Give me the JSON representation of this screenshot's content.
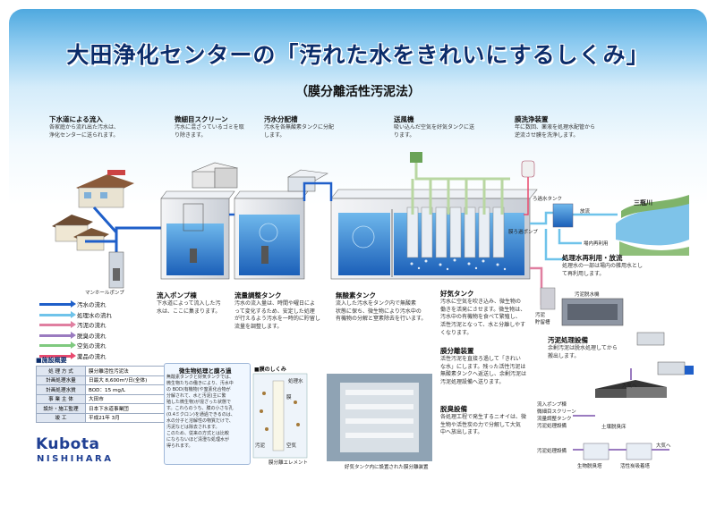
{
  "title": "大田浄化センターの「汚れた水をきれいにするしくみ」",
  "subtitle": "（膜分離活性汚泥法）",
  "steps": {
    "inflow": {
      "label": "下水道による流入",
      "desc": "各家庭から流れ出た汚水は、\n浄化センターに送られます。"
    },
    "screen": {
      "label": "微細目スクリーン",
      "desc": "汚水に混ざっているゴミを取\nり除きます。"
    },
    "distributor": {
      "label": "汚水分配槽",
      "desc": "汚水を各無酸素タンクに分配\nします。"
    },
    "blower": {
      "label": "送風機",
      "desc": "吸い込んだ空気を好気タンクに送\nります。"
    },
    "membrane_wash": {
      "label": "膜洗浄装置",
      "desc": "年に数回、薬液を処理水配管から\n逆流させ膜を洗浄します。"
    },
    "pump_station": {
      "label": "流入ポンプ棟",
      "desc": "下水道によって流入した汚\n水は、ここに集まります。"
    },
    "equalization": {
      "label": "流量調整タンク",
      "desc": "汚水の流入量は、時間や曜日によ\nって変化するため、安定した処理\nが行えるよう汚水を一時的に貯留し\n流量を調整します。"
    },
    "anoxic": {
      "label": "無酸素タンク",
      "desc": "流入した汚水をタンク内で無酸素\n状態に保ち、微生物により汚水中の\n有機物の分解と窒素除去を行います。"
    },
    "aerobic": {
      "label": "好気タンク",
      "desc": "汚水に空気を吹き込み、微生物の\n働きを活発にさせます。微生物は、\n汚水中の有機物を食べて繁殖し、\n活性汚泥となって、水と分離しやす\nくなります。"
    },
    "membrane": {
      "label": "膜分離装置",
      "desc": "活性汚泥を直接ろ過して「きれい\nな水」にします。残った活性汚泥は\n無酸素タンクへ返送し、余剰汚泥は\n汚泥処理設備へ送ります。"
    },
    "deodor": {
      "label": "脱臭設備",
      "desc": "各処理工程で発生するニオイは、微\n生物や活性炭の力で分解して大気\n中へ放出します。"
    },
    "reuse": {
      "label": "処理水再利用・放流",
      "desc": "処理水の一部は場内の雑用水とし\nて再利用します。"
    },
    "sludge": {
      "label": "汚泥処理設備",
      "desc": "余剰汚泥は脱水処理してから\n搬出します。"
    }
  },
  "diagram_labels": {
    "manhole": "マンホールポンプ",
    "filtrate_tank": "ろ過水タンク",
    "discharge": "放流",
    "river": "三瓶川",
    "membrane_pump": "膜ろ過ポンプ",
    "onsite_reuse": "場内再利用",
    "sludge_tank": "汚泥\n貯留槽",
    "dewatering": "汚泥脱水機",
    "atmosphere1": "大気へ",
    "atmosphere2": "大気へ",
    "deodor_sources": [
      "流入ポンプ棟",
      "微細目スクリーン",
      "流量調整タンク",
      "汚泥処理設備"
    ],
    "soil_deodor": "土壌脱臭床",
    "bio_deodor": "生物脱臭塔",
    "carbon_deodor": "活性炭吸着塔",
    "sludge_equip": "汚泥処理設備"
  },
  "legend": [
    {
      "label": "汚水の流れ",
      "color": "#1f5fc9"
    },
    {
      "label": "処理水の流れ",
      "color": "#6fc3ea"
    },
    {
      "label": "汚泥の流れ",
      "color": "#e07fa0"
    },
    {
      "label": "脱臭の流れ",
      "color": "#9a7bc0"
    },
    {
      "label": "空気の流れ",
      "color": "#7fc97f"
    },
    {
      "label": "薬品の流れ",
      "color": "#e94a6f"
    }
  ],
  "overview": {
    "title": "■施設概要",
    "rows": [
      {
        "k": "処 理 方 式",
        "v": "膜分離活性汚泥法"
      },
      {
        "k": "計画処理水量",
        "v": "日最大 8,600m³/日(全体)"
      },
      {
        "k": "計画処理水質",
        "v": "BOD：15 mg/L"
      },
      {
        "k": "事 業 主 体",
        "v": "大田市"
      },
      {
        "k": "設計・施工監理",
        "v": "日本下水道事業団"
      },
      {
        "k": "竣 工",
        "v": "平成21年 3月"
      }
    ]
  },
  "info": {
    "microbe_title": "微生物処理と膜ろ過",
    "microbe_desc": "無酸素タンクと好気タンクでは、\n微生物たちの働きにより、汚水中\nの BOD(有機物)や窒素化合物が\n分解されて、水と汚泥(主に繁\n殖した微生物)が混ざった状態で\nす。これらのうち、膜の小さな孔\n(0.4ミクロン)を通過できるのは、\n水の分子と溶解性の物質だけで、\n汚泥などは除去されます。\nこのため、従来の方式とは比較\nにならないほど清澄な処理水が\n得られます。",
    "membrane_title": "■膜のしくみ",
    "membrane_caption": "膜分離エレメント",
    "photo_caption": "好気タンク内に設置された膜分離装置",
    "labels": [
      "処理水",
      "膜",
      "汚泥",
      "空気"
    ]
  },
  "logo": {
    "line1": "Kubota",
    "line2": "NISHIHARA"
  },
  "colors": {
    "title": "#0b2c6a",
    "sewage": "#1f5fc9",
    "treated": "#6fc3ea",
    "sludge": "#e07fa0"
  }
}
